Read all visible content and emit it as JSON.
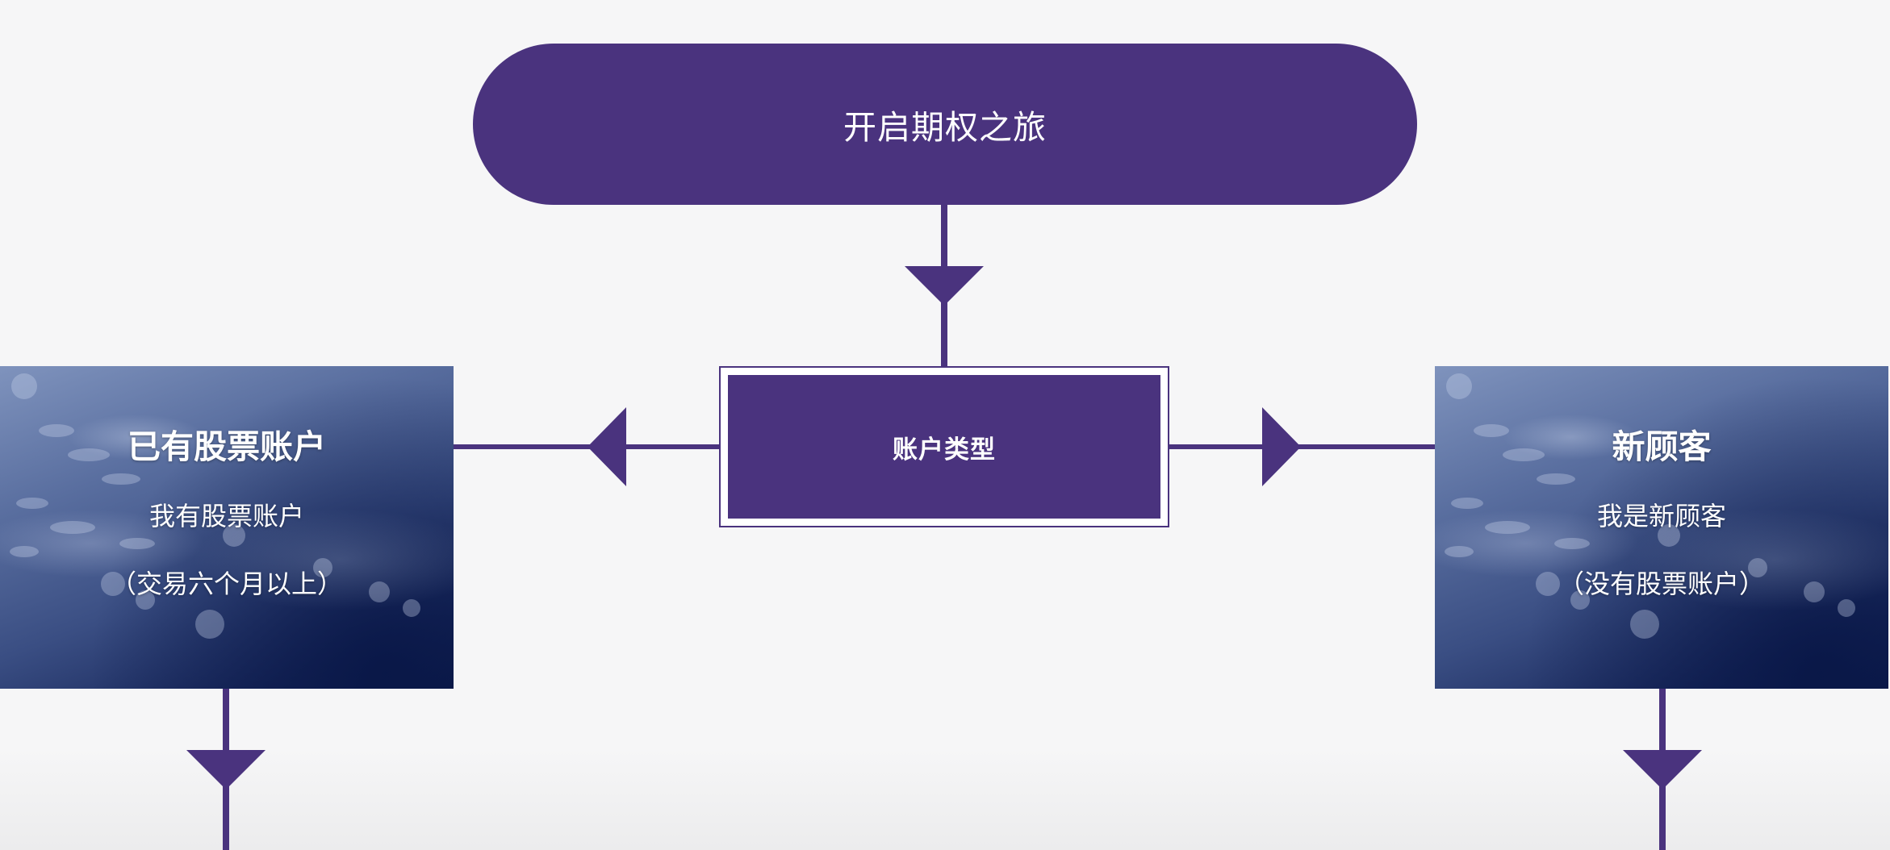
{
  "diagram": {
    "start_node": {
      "label": "开启期权之旅"
    },
    "decision_node": {
      "label": "账户类型"
    },
    "branches": [
      {
        "title": "已有股票账户",
        "line1": "我有股票账户",
        "line2": "（交易六个月以上）"
      },
      {
        "title": "新顾客",
        "line1": "我是新顾客",
        "line2": "（没有股票账户）"
      }
    ]
  },
  "colors": {
    "primary": "#4a337e",
    "background": "#f6f6f7",
    "card_dark": "#0f1d4d",
    "text_on_dark": "#ffffff"
  }
}
